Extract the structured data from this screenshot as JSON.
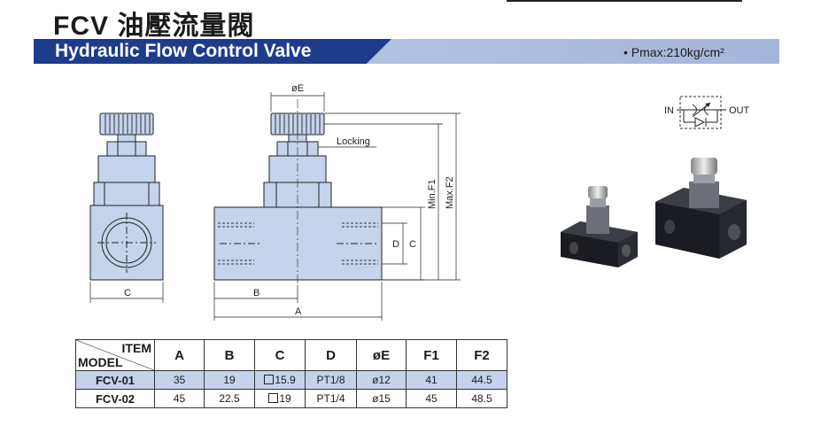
{
  "title_cn": "FCV 油壓流量閥",
  "title_en": "Hydraulic Flow Control Valve",
  "pmax": "• Pmax:210kg/cm²",
  "drawing": {
    "label_oE": "øE",
    "label_locking": "Locking",
    "label_min_f1": "Min.F1",
    "label_max_f2": "Max.F2",
    "label_c_front": "C",
    "label_b": "B",
    "label_a": "A",
    "label_d": "D",
    "label_c_side": "C"
  },
  "symbol": {
    "in": "IN",
    "out": "OUT"
  },
  "table": {
    "corner_item": "ITEM",
    "corner_model": "MODEL",
    "headers": [
      "A",
      "B",
      "C",
      "D",
      "øE",
      "F1",
      "F2"
    ],
    "rows": [
      {
        "model": "FCV-01",
        "cells": [
          "35",
          "19",
          "15.9",
          "PT1/8",
          "ø12",
          "41",
          "44.5"
        ]
      },
      {
        "model": "FCV-02",
        "cells": [
          "45",
          "22.5",
          "19",
          "PT1/4",
          "ø15",
          "45",
          "48.5"
        ]
      }
    ],
    "square_col_index": 2
  },
  "colors": {
    "band_dark": "#1e3c8c",
    "band_light": "#b0c2e2",
    "part_fill": "#c5d3ec",
    "row_shade": "#c6d2ea"
  }
}
